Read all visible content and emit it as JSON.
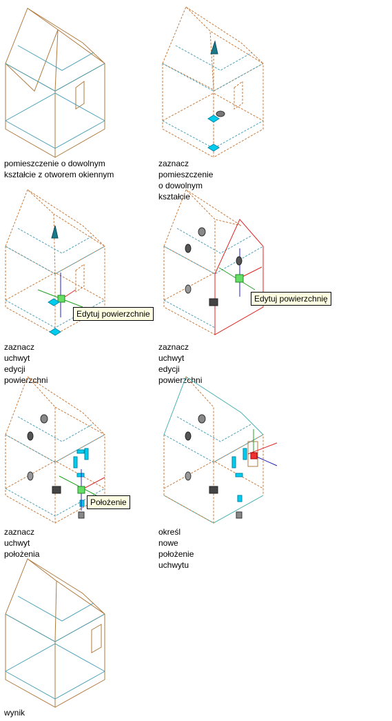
{
  "colors": {
    "solid_edge": "#b07a3c",
    "dashed_edge": "#c87a3a",
    "blue_edge": "#4aa0b8",
    "teal_edge": "#48b0b0",
    "red_edge": "#e02020",
    "grip": "#00ccee",
    "tooltip_bg": "#ffffe1"
  },
  "steps": [
    {
      "caption": "pomieszczenie o dowolnym\nkształcie z otworem okiennym"
    },
    {
      "caption": "zaznacz pomieszczenie o dowolnym kształcie"
    },
    {
      "caption": "zaznacz uchwyt edycji powierzchni",
      "tooltip": "Edytuj powierzchnie"
    },
    {
      "caption": "zaznacz uchwyt edycji powierzchni",
      "tooltip": "Edytuj powierzchnię"
    },
    {
      "caption": "zaznacz uchwyt położenia",
      "tooltip": "Położenie"
    },
    {
      "caption": "określ nowe położenie uchwytu"
    },
    {
      "caption": "wynik"
    }
  ]
}
